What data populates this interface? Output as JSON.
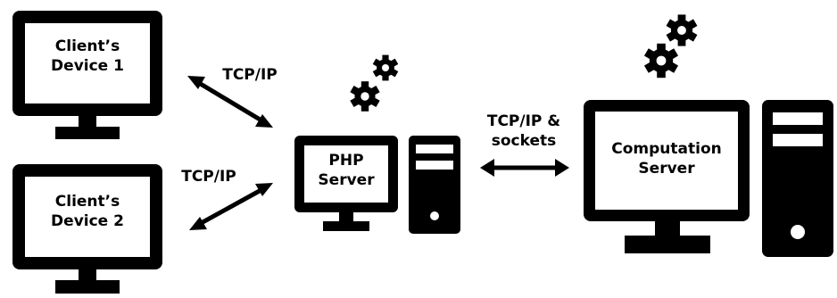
{
  "diagram": {
    "nodes": {
      "client1": {
        "line1": "Client’s",
        "line2": "Device 1"
      },
      "client2": {
        "line1": "Client’s",
        "line2": "Device 2"
      },
      "php_server": {
        "line1": "PHP",
        "line2": "Server"
      },
      "computation_server": {
        "line1": "Computation",
        "line2": "Server"
      }
    },
    "connections": {
      "client1_php": "TCP/IP",
      "client2_php": "TCP/IP",
      "php_computation": {
        "line1": "TCP/IP &",
        "line2": "sockets"
      }
    },
    "icons": [
      "monitor-icon",
      "tower-icon",
      "gears-icon",
      "double-arrow-icon"
    ],
    "colors": {
      "ink": "#000000",
      "screen": "#ffffff"
    }
  }
}
